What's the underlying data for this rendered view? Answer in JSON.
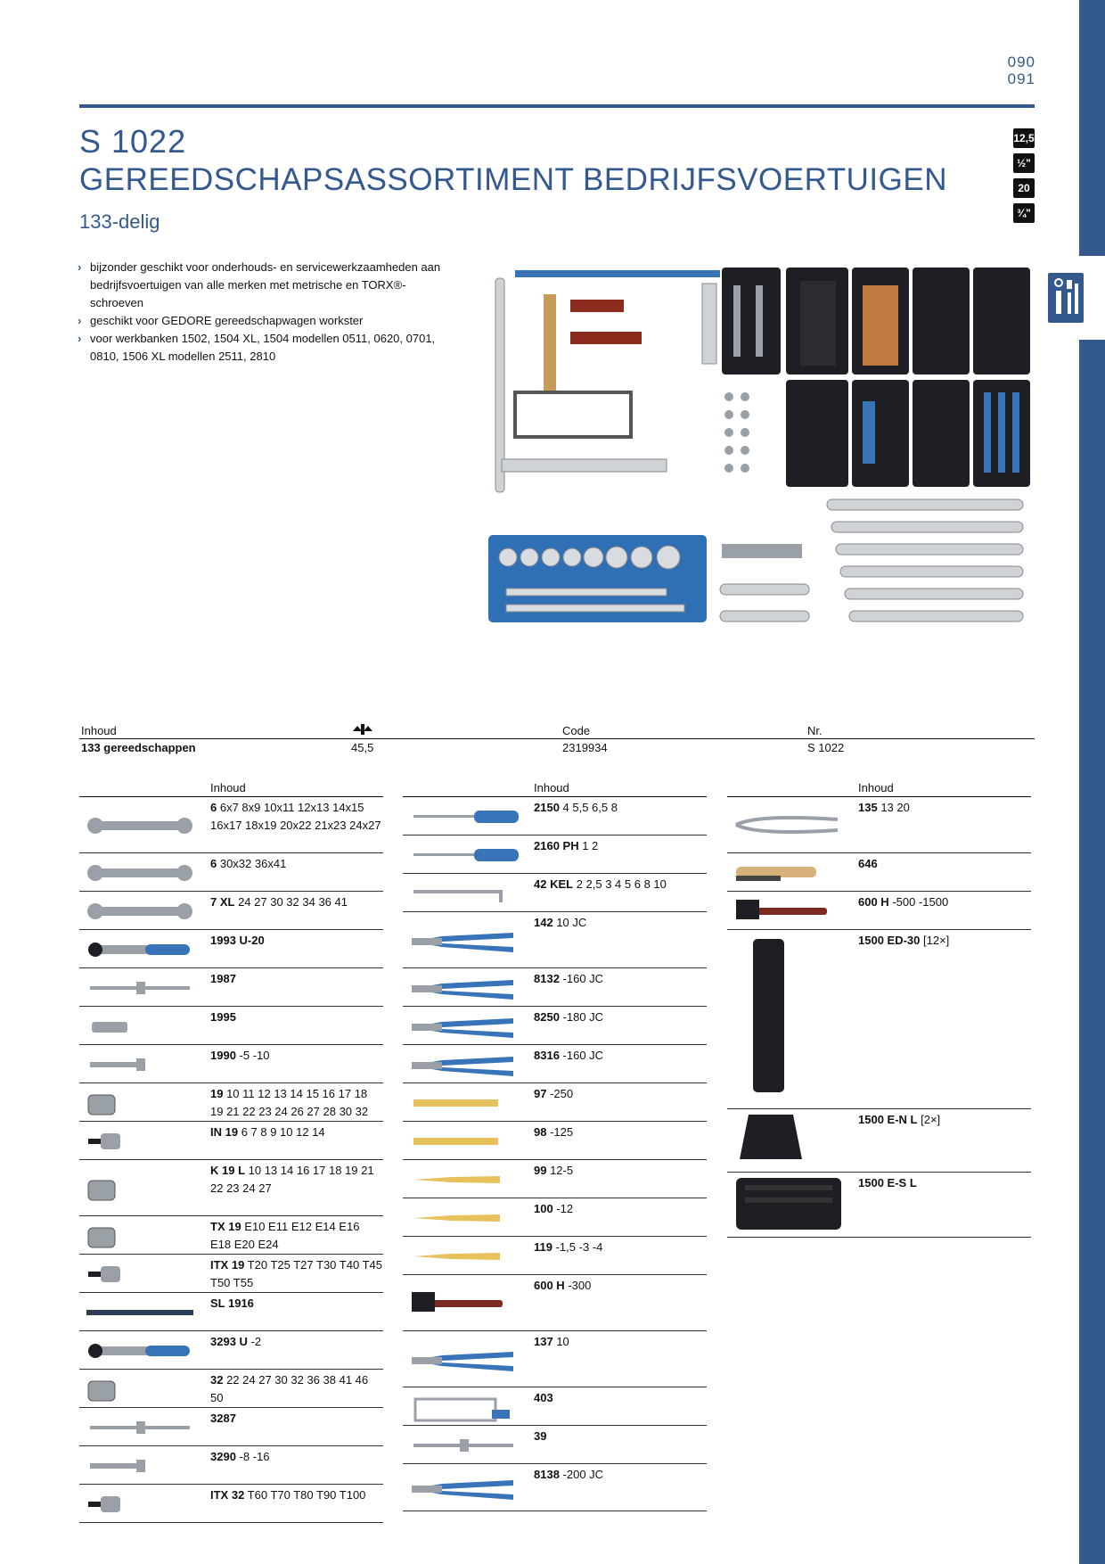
{
  "page_numbers": [
    "090",
    "091"
  ],
  "title": {
    "code": "S 1022",
    "main": "GEREEDSCHAPSASSORTIMENT BEDRIJFSVOERTUIGEN",
    "sub": "133-delig"
  },
  "badges": [
    "12,5",
    "½\"",
    "20",
    "¾\""
  ],
  "features": [
    "bijzonder geschikt voor onderhouds- en servicewerkzaamheden aan bedrijfsvoertuigen van alle merken met metrische en TORX®-schroeven",
    "geschikt voor GEDORE gereedschapwagen workster",
    "voor werkbanken 1502, 1504 XL, 1504 modellen 0511, 0620, 0701, 0810, 1506 XL modellen 2511, 2810"
  ],
  "spec": {
    "headers": {
      "inhoud": "Inhoud",
      "code": "Code",
      "nr": "Nr."
    },
    "row": {
      "inhoud": "133 gereedschappen",
      "weight": "45,5",
      "code": "2319934",
      "nr": "S 1022"
    }
  },
  "col_header": "Inhoud",
  "columns": [
    [
      {
        "code": "6",
        "desc": "6x7 8x9 10x11 12x13 14x15 16x17 18x19 20x22 21x23 24x27"
      },
      {
        "code": "6",
        "desc": "30x32 36x41"
      },
      {
        "code": "7 XL",
        "desc": "24 27 30 32 34 36 41"
      },
      {
        "code": "1993 U-20",
        "desc": ""
      },
      {
        "code": "1987",
        "desc": ""
      },
      {
        "code": "1995",
        "desc": ""
      },
      {
        "code": "1990",
        "desc": "-5 -10"
      },
      {
        "code": "19",
        "desc": "10 11 12 13 14 15 16 17 18 19 21 22 23 24 26 27 28 30 32"
      },
      {
        "code": "IN 19",
        "desc": "6 7 8 9 10 12 14"
      },
      {
        "code": "K 19 L",
        "desc": "10 13 14 16 17 18 19 21 22 23 24 27"
      },
      {
        "code": "TX 19",
        "desc": "E10 E11 E12 E14 E16 E18 E20 E24"
      },
      {
        "code": "ITX 19",
        "desc": "T20 T25 T27 T30 T40 T45 T50 T55"
      },
      {
        "code": "SL 1916",
        "desc": ""
      },
      {
        "code": "3293 U",
        "desc": "-2"
      },
      {
        "code": "32",
        "desc": "22 24 27 30 32 36 38 41 46 50"
      },
      {
        "code": "3287",
        "desc": ""
      },
      {
        "code": "3290",
        "desc": "-8 -16"
      },
      {
        "code": "ITX 32",
        "desc": "T60 T70 T80 T90 T100"
      }
    ],
    [
      {
        "code": "2150",
        "desc": "4 5,5 6,5 8"
      },
      {
        "code": "2160 PH",
        "desc": "1 2"
      },
      {
        "code": "42 KEL",
        "desc": "2 2,5 3 4 5 6 8 10"
      },
      {
        "code": "142",
        "desc": "10 JC"
      },
      {
        "code": "8132",
        "desc": "-160 JC"
      },
      {
        "code": "8250",
        "desc": "-180 JC"
      },
      {
        "code": "8316",
        "desc": "-160 JC"
      },
      {
        "code": "97",
        "desc": "-250"
      },
      {
        "code": "98",
        "desc": "-125"
      },
      {
        "code": "99",
        "desc": "12-5"
      },
      {
        "code": "100",
        "desc": "-12"
      },
      {
        "code": "119",
        "desc": "-1,5 -3 -4"
      },
      {
        "code": "600 H",
        "desc": "-300"
      },
      {
        "code": "137",
        "desc": "10"
      },
      {
        "code": "403",
        "desc": ""
      },
      {
        "code": "39",
        "desc": ""
      },
      {
        "code": "8138",
        "desc": "-200 JC"
      }
    ],
    [
      {
        "code": "135",
        "desc": "13 20"
      },
      {
        "code": "646",
        "desc": ""
      },
      {
        "code": "600 H",
        "desc": "-500 -1500"
      },
      {
        "code": "1500 ED-30",
        "desc": "[12×]"
      },
      {
        "code": "1500 E-N L",
        "desc": "[2×]"
      },
      {
        "code": "1500 E-S L",
        "desc": ""
      }
    ]
  ],
  "colors": {
    "accent": "#34598f",
    "tool_blue": "#3a74b8",
    "text": "#111111"
  }
}
